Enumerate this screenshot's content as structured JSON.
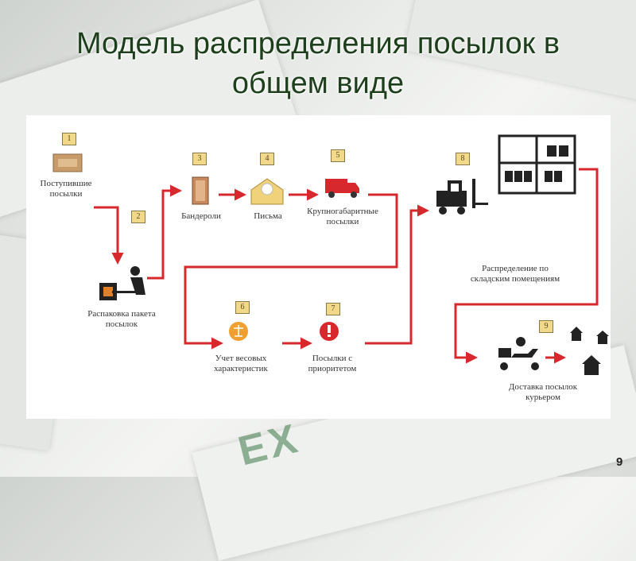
{
  "slide": {
    "title": "Модель распределения посылок в общем виде",
    "page_number": "9"
  },
  "background": {
    "watermark_word": "EX"
  },
  "colors": {
    "arrow": "#d7282d",
    "badge": "#f2d98a",
    "title": "#1e3f1c"
  },
  "diagram": {
    "steps": [
      {
        "number": "1",
        "label": "Поступившие\nпосылки",
        "icon": "parcel-icon"
      },
      {
        "number": "2",
        "label": "Распаковка пакета\nпосылок",
        "icon": "worker-desk-icon"
      },
      {
        "number": "3",
        "label": "Бандероли",
        "icon": "package-icon"
      },
      {
        "number": "4",
        "label": "Письма",
        "icon": "envelope-icon"
      },
      {
        "number": "5",
        "label": "Крупногабаритные\nпосылки",
        "icon": "truck-icon"
      },
      {
        "number": "6",
        "label": "Учет весовых\nхарактеристик",
        "icon": "scales-icon"
      },
      {
        "number": "7",
        "label": "Посылки с\nприоритетом",
        "icon": "priority-icon"
      },
      {
        "number": "8",
        "label": "Распределение по\nскладским помещениям",
        "icon": "forklift-icon"
      },
      {
        "number": "9",
        "label": "Доставка посылок\nкурьером",
        "icon": "courier-scooter-icon"
      }
    ]
  }
}
